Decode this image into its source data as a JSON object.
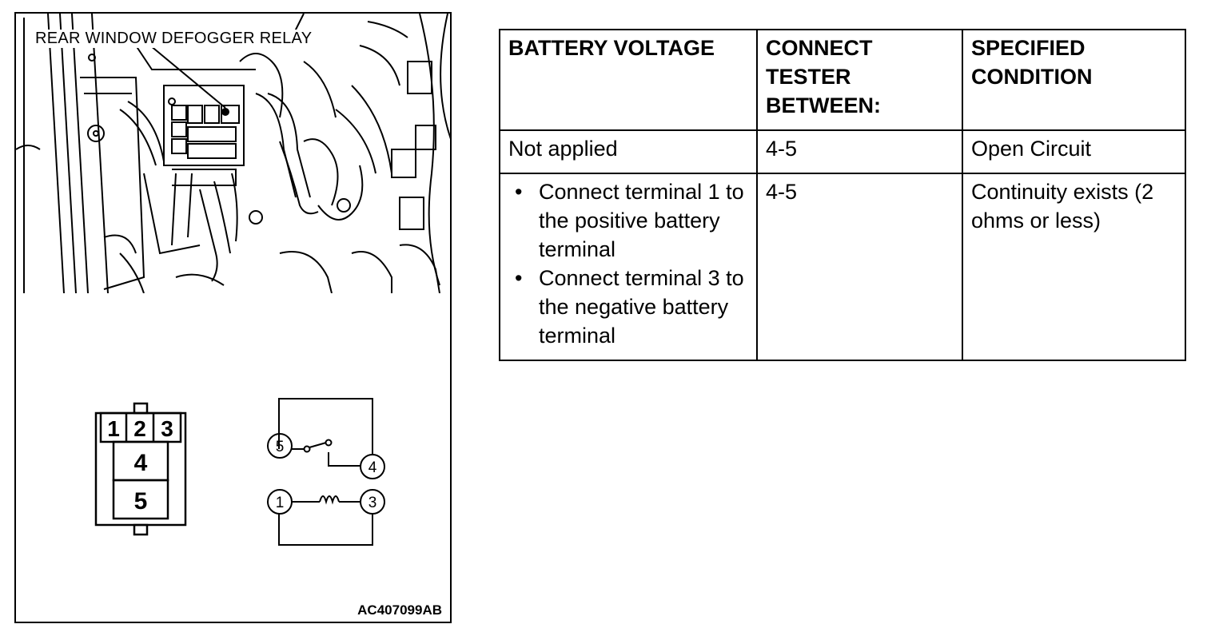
{
  "figure": {
    "callout_label": "REAR WINDOW DEFOGGER RELAY",
    "figure_code": "AC407099AB",
    "connector_terminals": {
      "top": [
        "1",
        "2",
        "3"
      ],
      "middle": "4",
      "bottom": "5"
    },
    "circuit_terminals": {
      "switch_left": "5",
      "switch_right": "4",
      "coil_left": "1",
      "coil_right": "3"
    }
  },
  "table": {
    "headers": [
      "BATTERY VOLTAGE",
      "CONNECT TESTER BETWEEN:",
      "SPECIFIED CONDITION"
    ],
    "rows": [
      {
        "voltage": "Not applied",
        "tester": "4-5",
        "condition": "Open Circuit"
      },
      {
        "voltage_items": [
          "Connect terminal 1 to the positive battery terminal",
          "Connect terminal 3 to the negative battery terminal"
        ],
        "tester": "4-5",
        "condition": "Continuity exists (2 ohms or less)"
      }
    ]
  }
}
